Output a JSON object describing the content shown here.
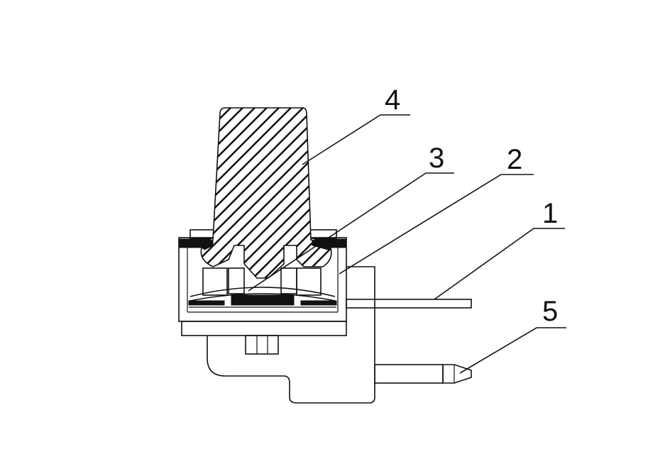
{
  "callouts": [
    {
      "id": "1",
      "text": "1"
    },
    {
      "id": "2",
      "text": "2"
    },
    {
      "id": "3",
      "text": "3"
    },
    {
      "id": "4",
      "text": "4"
    },
    {
      "id": "5",
      "text": "5"
    }
  ],
  "colors": {
    "ink": "#111111",
    "background": "#ffffff"
  }
}
